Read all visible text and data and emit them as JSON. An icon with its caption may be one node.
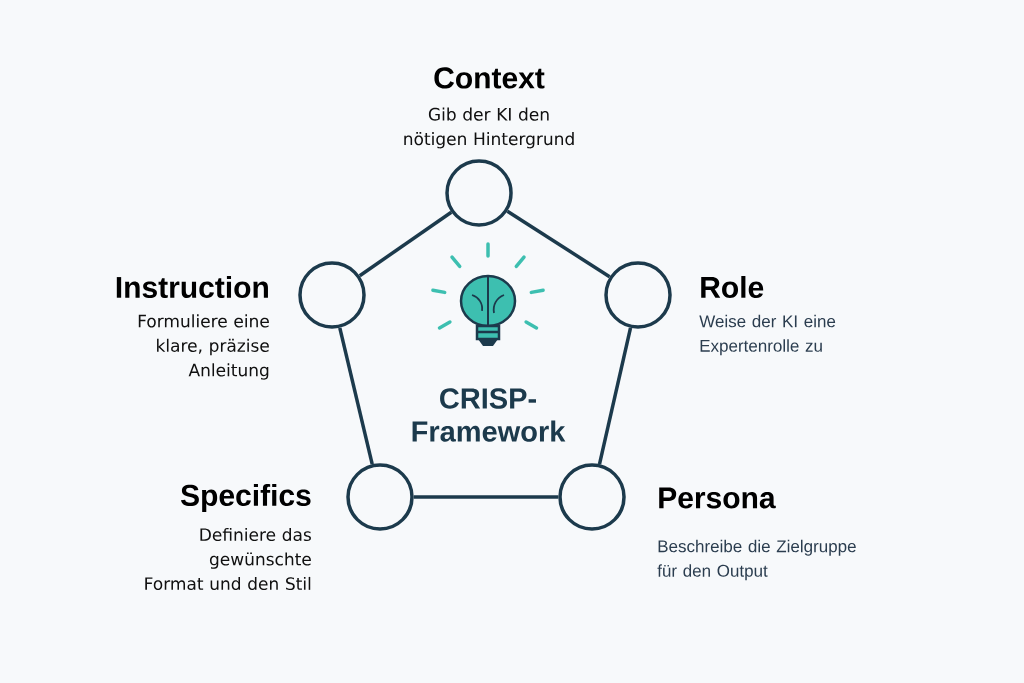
{
  "diagram": {
    "nodes": [
      {
        "text": [],
        "shape": "circle",
        "beside": [
          "Context",
          "Gib der KI den nötigen Hintergrund"
        ]
      },
      {
        "text": [],
        "shape": "circle",
        "beside": [
          "Instruction",
          "Formuliere eine klare, präzise Anleitung"
        ]
      },
      {
        "text": [],
        "shape": "circle",
        "beside": [
          "Role",
          "Weise der KI eine Expertenrolle zu"
        ]
      },
      {
        "text": [],
        "shape": "circle",
        "beside": [
          "Specifics",
          "Definiere das gewünschte Format und den Stil"
        ]
      },
      {
        "text": [],
        "shape": "circle",
        "beside": [
          "Persona",
          "Beschreibe die Zielgruppe für den Output"
        ]
      }
    ],
    "edges": [
      {
        "from": 0,
        "to": 2,
        "arrow": "none"
      },
      {
        "from": 2,
        "to": 4,
        "arrow": "none"
      },
      {
        "from": 4,
        "to": 3,
        "arrow": "none"
      },
      {
        "from": 3,
        "to": 1,
        "arrow": "none"
      },
      {
        "from": 1,
        "to": 0,
        "arrow": "none"
      }
    ],
    "labels": [
      "CRISP- Framework"
    ]
  }
}
